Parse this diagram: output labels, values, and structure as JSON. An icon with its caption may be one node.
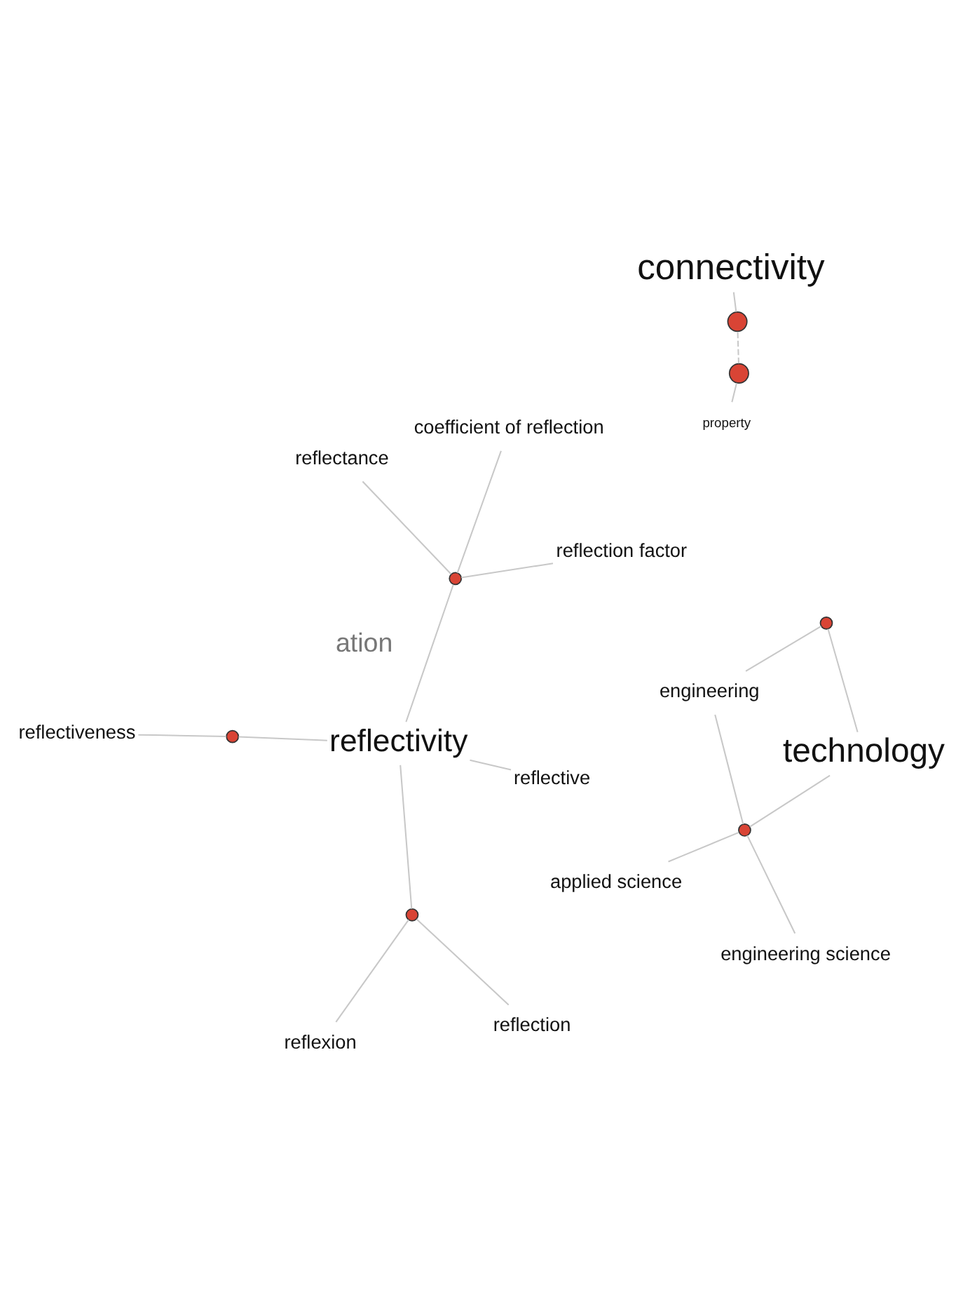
{
  "diagram": {
    "nodes": [
      {
        "text": [
          "reflectivity"
        ]
      },
      {
        "text": [],
        "shape": "circle"
      },
      {
        "text": [
          "reflection factor"
        ]
      },
      {
        "text": [
          "reflectance"
        ]
      },
      {
        "text": [
          "coefficient of reflection"
        ]
      },
      {
        "text": [],
        "shape": "circle"
      },
      {
        "text": [
          "reflectiveness"
        ]
      },
      {
        "text": [
          "reflective"
        ]
      },
      {
        "text": [],
        "shape": "circle"
      },
      {
        "text": [
          "reflection"
        ]
      },
      {
        "text": [
          "reflexion"
        ]
      },
      {
        "text": [
          "property"
        ]
      },
      {
        "text": [],
        "shape": "circle"
      },
      {
        "text": [],
        "shape": "circle"
      },
      {
        "text": [
          "connectivity"
        ]
      },
      {
        "text": [
          "applied science"
        ]
      },
      {
        "text": [
          "engineering science"
        ]
      },
      {
        "text": [],
        "shape": "circle"
      },
      {
        "text": [
          "engineering"
        ]
      },
      {
        "text": [],
        "shape": "circle"
      },
      {
        "text": [
          "technology"
        ]
      }
    ],
    "edges": [
      {
        "from": 0,
        "to": 1,
        "arrow": "none"
      },
      {
        "from": 1,
        "to": 2,
        "arrow": "none"
      },
      {
        "from": 1,
        "to": 3,
        "arrow": "none"
      },
      {
        "from": 1,
        "to": 4,
        "arrow": "none"
      },
      {
        "from": 0,
        "to": 5,
        "arrow": "none"
      },
      {
        "from": 5,
        "to": 6,
        "arrow": "none"
      },
      {
        "from": 0,
        "to": 7,
        "arrow": "none"
      },
      {
        "from": 0,
        "to": 8,
        "arrow": "none"
      },
      {
        "from": 8,
        "to": 9,
        "arrow": "none"
      },
      {
        "from": 8,
        "to": 10,
        "arrow": "none"
      },
      {
        "from": 11,
        "to": 12,
        "arrow": "none"
      },
      {
        "from": 12,
        "to": 13,
        "arrow": "none",
        "style": "dashed"
      },
      {
        "from": 13,
        "to": 14,
        "arrow": "none"
      },
      {
        "from": 17,
        "to": 15,
        "arrow": "none"
      },
      {
        "from": 17,
        "to": 16,
        "arrow": "none"
      },
      {
        "from": 17,
        "to": 18,
        "arrow": "none"
      },
      {
        "from": 17,
        "to": 20,
        "arrow": "none"
      },
      {
        "from": 18,
        "to": 19,
        "arrow": "none"
      },
      {
        "from": 19,
        "to": 20,
        "arrow": "none"
      }
    ],
    "labels": [
      "ation"
    ]
  }
}
